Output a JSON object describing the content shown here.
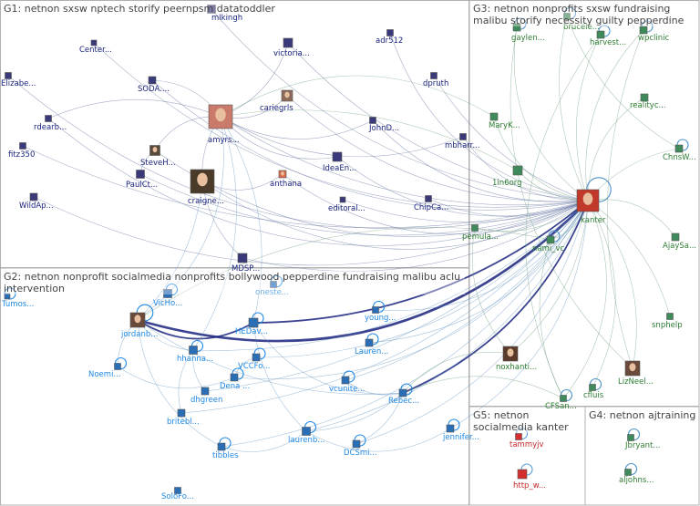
{
  "groups": [
    {
      "id": "G1",
      "title": "G1: netnon sxsw nptech storify peernpsm datatoddler",
      "color": "#1a237e"
    },
    {
      "id": "G2",
      "title": "G2: netnon nonprofit socialmedia nonprofits bollywood pepperdine fundraising malibu aclu intervention",
      "color": "#1e88e5"
    },
    {
      "id": "G3",
      "title": "G3: netnon nonprofits sxsw fundraising malibu storify necessity guilty pepperdine",
      "color": "#2e7d32"
    },
    {
      "id": "G4",
      "title": "G4: netnon ajtraining",
      "color": "#2e7d32"
    },
    {
      "id": "G5",
      "title": "G5: netnon socialmedia kanter",
      "color": "#b71c1c"
    }
  ],
  "colors": {
    "g1_label": "#1a237e",
    "g2_label": "#1e88e5",
    "g3_label": "#2e7d32",
    "g5_label": "#c62828",
    "edge_g1": "#5b6b9a",
    "edge_g2": "#5c8fbf",
    "edge_g3": "#6a9a7a",
    "edge_heavy": "#1a237e",
    "box_border": "#b0b0b0"
  },
  "nodes": [
    {
      "id": "mlkingh",
      "label": "mlkingh",
      "group": "G1"
    },
    {
      "id": "Center",
      "label": "Center...",
      "group": "G1"
    },
    {
      "id": "victoria",
      "label": "victoria...",
      "group": "G1"
    },
    {
      "id": "adr512",
      "label": "adr512",
      "group": "G1"
    },
    {
      "id": "Elizabe",
      "label": "Elizabe...",
      "group": "G1"
    },
    {
      "id": "SODA",
      "label": "SODA....",
      "group": "G1"
    },
    {
      "id": "dpruth",
      "label": "dpruth",
      "group": "G1"
    },
    {
      "id": "rdearb",
      "label": "rdearb...",
      "group": "G1"
    },
    {
      "id": "cariegrls",
      "label": "cariegrls",
      "group": "G1"
    },
    {
      "id": "amyrs",
      "label": "amyrs...",
      "group": "G1"
    },
    {
      "id": "JohnD",
      "label": "JohnD...",
      "group": "G1"
    },
    {
      "id": "mbharr",
      "label": "mbharr...",
      "group": "G1"
    },
    {
      "id": "fitz350",
      "label": "fitz350",
      "group": "G1"
    },
    {
      "id": "SteveH",
      "label": "SteveH...",
      "group": "G1"
    },
    {
      "id": "IdeaEn",
      "label": "IdeaEn...",
      "group": "G1"
    },
    {
      "id": "PaulCt",
      "label": "PaulCt...",
      "group": "G1"
    },
    {
      "id": "craigne",
      "label": "craigne...",
      "group": "G1"
    },
    {
      "id": "anthana",
      "label": "anthana",
      "group": "G1"
    },
    {
      "id": "WildAp",
      "label": "WildAp...",
      "group": "G1"
    },
    {
      "id": "editoral",
      "label": "editoral...",
      "group": "G1"
    },
    {
      "id": "ChipCa",
      "label": "ChipCa...",
      "group": "G1"
    },
    {
      "id": "MDSP",
      "label": "MDSP...",
      "group": "G1"
    },
    {
      "id": "oneste",
      "label": "oneste...",
      "group": "G2"
    },
    {
      "id": "Tumos",
      "label": "Tumos...",
      "group": "G2"
    },
    {
      "id": "VicHo",
      "label": "VicHo...",
      "group": "G2"
    },
    {
      "id": "jordanb",
      "label": "jordanb...",
      "group": "G2"
    },
    {
      "id": "young",
      "label": "young...",
      "group": "G2"
    },
    {
      "id": "HEDav",
      "label": "HEDav...",
      "group": "G2"
    },
    {
      "id": "hhanna",
      "label": "hhanna...",
      "group": "G2"
    },
    {
      "id": "Lauren",
      "label": "Lauren...",
      "group": "G2"
    },
    {
      "id": "Noemi",
      "label": "Noemi...",
      "group": "G2"
    },
    {
      "id": "VCCFo",
      "label": "VCCFo...",
      "group": "G2"
    },
    {
      "id": "Dena",
      "label": "Dena ...",
      "group": "G2"
    },
    {
      "id": "vcunite",
      "label": "vcunite...",
      "group": "G2"
    },
    {
      "id": "dhgreen",
      "label": "dhgreen",
      "group": "G2"
    },
    {
      "id": "Rebec",
      "label": "Rebec...",
      "group": "G2"
    },
    {
      "id": "britebl",
      "label": "britebl...",
      "group": "G2"
    },
    {
      "id": "laurenb",
      "label": "laurenb...",
      "group": "G2"
    },
    {
      "id": "jennifer",
      "label": "jennifer...",
      "group": "G2"
    },
    {
      "id": "tibbles",
      "label": "tibbles",
      "group": "G2"
    },
    {
      "id": "DCSmi",
      "label": "DCSmi...",
      "group": "G2"
    },
    {
      "id": "SoloFo",
      "label": "SoloFo...",
      "group": "G2"
    },
    {
      "id": "gaylen",
      "label": "gaylen...",
      "group": "G3"
    },
    {
      "id": "brucele",
      "label": "brucele...",
      "group": "G3"
    },
    {
      "id": "harvest",
      "label": "harvest...",
      "group": "G3"
    },
    {
      "id": "wpclinic",
      "label": "wpclinic",
      "group": "G3"
    },
    {
      "id": "realityc",
      "label": "realityc...",
      "group": "G3"
    },
    {
      "id": "MaryK",
      "label": "MaryK...",
      "group": "G3"
    },
    {
      "id": "ChnsW",
      "label": "ChnsW...",
      "group": "G3"
    },
    {
      "id": "1inforg",
      "label": "1in6org",
      "group": "G3"
    },
    {
      "id": "kanter",
      "label": "kanter",
      "group": "G3"
    },
    {
      "id": "pemula",
      "label": "pemula...",
      "group": "G3"
    },
    {
      "id": "nami_vc",
      "label": "nami_vc",
      "group": "G3"
    },
    {
      "id": "AjaySa",
      "label": "AjaySa...",
      "group": "G3"
    },
    {
      "id": "snphelp",
      "label": "snphelp",
      "group": "G3"
    },
    {
      "id": "noxhanti",
      "label": "noxhanti...",
      "group": "G3"
    },
    {
      "id": "LizNeel",
      "label": "LizNeel...",
      "group": "G3"
    },
    {
      "id": "cfluis",
      "label": "cfluis",
      "group": "G3"
    },
    {
      "id": "CFSan",
      "label": "CFSan...",
      "group": "G3"
    },
    {
      "id": "tammyjv",
      "label": "tammyjv",
      "group": "G5"
    },
    {
      "id": "http_w",
      "label": "http_w...",
      "group": "G5"
    },
    {
      "id": "Jbryant",
      "label": "Jbryant...",
      "group": "G4"
    },
    {
      "id": "aljohns",
      "label": "aljohns...",
      "group": "G4"
    }
  ]
}
